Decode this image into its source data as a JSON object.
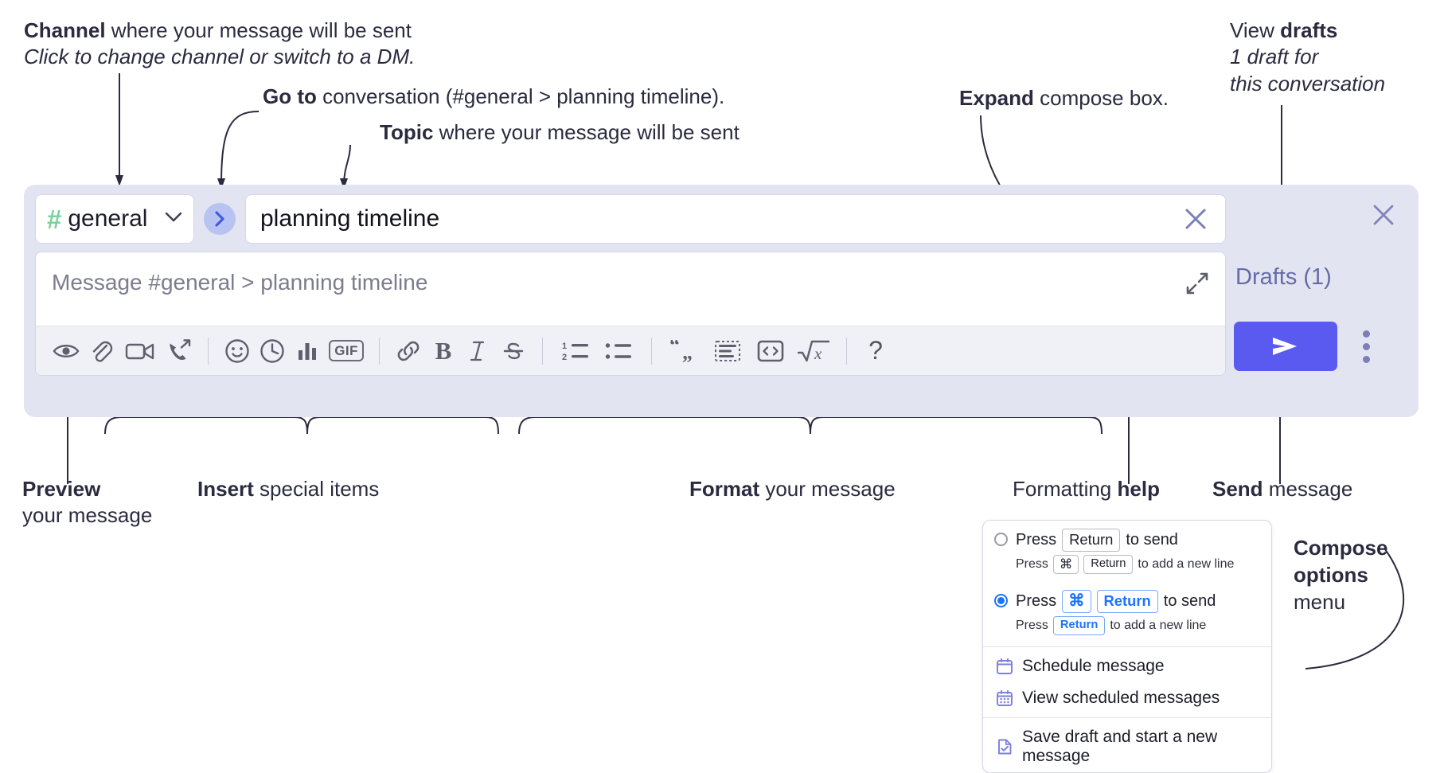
{
  "annotations": {
    "channel": {
      "line1_bold": "Channel",
      "line1_rest": " where your message will be sent",
      "line2_italic": "Click to change channel or switch to a DM."
    },
    "goto": {
      "bold": "Go to",
      "rest": " conversation (#general > planning timeline)."
    },
    "topic": {
      "bold": "Topic",
      "rest": " where your message will be sent"
    },
    "expand": {
      "bold": "Expand",
      "rest": " compose box."
    },
    "view_drafts": {
      "line1_prefix": "View ",
      "line1_bold": "drafts",
      "line2_italic": "1 draft for",
      "line3_italic": "this conversation"
    },
    "preview": {
      "bold": "Preview",
      "line2": "your message"
    },
    "insert": {
      "bold": "Insert",
      "rest": " special items"
    },
    "format": {
      "bold": "Format",
      "rest": " your message"
    },
    "formatting_help": {
      "prefix": "Formatting ",
      "bold": "help"
    },
    "send": {
      "bold": "Send",
      "rest": " message"
    },
    "compose_options": {
      "line1_bold": "Compose",
      "line2_bold": "options",
      "line3": "menu"
    }
  },
  "compose": {
    "channel_button": {
      "hash": "#",
      "name": "general"
    },
    "goto_button_label": "Go to conversation",
    "topic": {
      "value": "planning timeline",
      "clear_label": "Clear topic"
    },
    "message_input": {
      "placeholder": "Message #general > planning timeline",
      "value": ""
    },
    "expand_label": "Expand compose box",
    "close_label": "Close",
    "drafts_label": "Drafts (1)",
    "send_label": "Send",
    "options_label": "Compose options",
    "toolbar": {
      "groups": [
        {
          "name": "preview",
          "items": [
            {
              "id": "preview",
              "icon": "eye-icon",
              "label": "Preview"
            }
          ]
        },
        {
          "name": "insert",
          "items": [
            {
              "id": "attach",
              "icon": "paperclip-icon",
              "label": "Attach file"
            },
            {
              "id": "video",
              "icon": "video-camera-icon",
              "label": "Record video clip"
            },
            {
              "id": "huddle",
              "icon": "phone-arrow-icon",
              "label": "Start a call"
            }
          ]
        },
        {
          "name": "insert2",
          "items": [
            {
              "id": "emoji",
              "icon": "smiley-icon",
              "label": "Emoji"
            },
            {
              "id": "reminder",
              "icon": "clock-icon",
              "label": "Reminder"
            },
            {
              "id": "poll",
              "icon": "bar-chart-icon",
              "label": "Poll"
            },
            {
              "id": "gif",
              "icon": "gif-icon",
              "label": "GIF"
            }
          ]
        },
        {
          "name": "format-inline",
          "items": [
            {
              "id": "link",
              "icon": "link-icon",
              "label": "Link"
            },
            {
              "id": "bold",
              "icon": "bold-icon",
              "label": "Bold"
            },
            {
              "id": "italic",
              "icon": "italic-icon",
              "label": "Italic"
            },
            {
              "id": "strike",
              "icon": "strikethrough-icon",
              "label": "Strikethrough"
            }
          ]
        },
        {
          "name": "format-lists",
          "items": [
            {
              "id": "ordered",
              "icon": "ordered-list-icon",
              "label": "Ordered list"
            },
            {
              "id": "bullet",
              "icon": "bulleted-list-icon",
              "label": "Bulleted list"
            }
          ]
        },
        {
          "name": "format-blocks",
          "items": [
            {
              "id": "quote",
              "icon": "blockquote-icon",
              "label": "Blockquote"
            },
            {
              "id": "codeblock",
              "icon": "code-block-icon",
              "label": "Code block"
            },
            {
              "id": "code",
              "icon": "inline-code-icon",
              "label": "Code"
            },
            {
              "id": "math",
              "icon": "math-icon",
              "label": "Math"
            }
          ]
        },
        {
          "name": "help",
          "items": [
            {
              "id": "help",
              "icon": "question-mark-icon",
              "label": "Formatting help"
            }
          ]
        }
      ]
    }
  },
  "popup": {
    "options": [
      {
        "selected": false,
        "main": {
          "pre": "Press",
          "key1": "Return",
          "post": "to send"
        },
        "sub": {
          "pre": "Press",
          "key1": "⌘",
          "key2": "Return",
          "post": "to add a new line"
        }
      },
      {
        "selected": true,
        "main": {
          "pre": "Press",
          "key1": "⌘",
          "key2": "Return",
          "post": "to send"
        },
        "sub": {
          "pre": "Press",
          "key1": "Return",
          "post": "to add a new line"
        }
      }
    ],
    "items": [
      {
        "id": "schedule",
        "icon": "calendar-icon",
        "label": "Schedule message"
      },
      {
        "id": "view",
        "icon": "calendar-grid-icon",
        "label": "View scheduled messages"
      },
      {
        "id": "savedraft",
        "icon": "document-check-icon",
        "label": "Save draft and start a new message"
      }
    ]
  },
  "colors": {
    "accent_send": "#5a5af0",
    "hash_green": "#78d09a",
    "compose_bg": "#e2e5f1",
    "drafts_text": "#666ba8",
    "radio_blue": "#1d74f5",
    "menu_icon_purple": "#7b7fe0"
  }
}
